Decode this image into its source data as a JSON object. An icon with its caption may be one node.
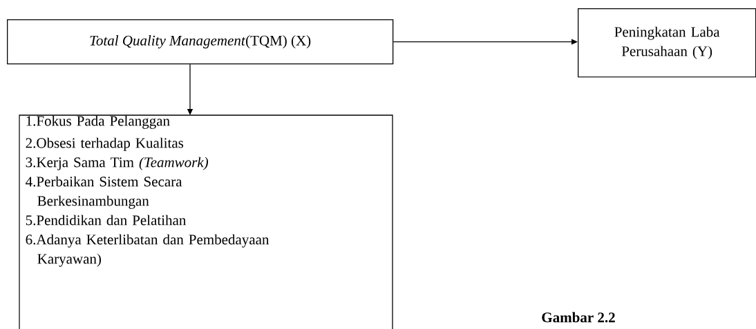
{
  "diagram": {
    "caption": "Gambar 2.2",
    "nodes": [
      {
        "text": [
          "*Total Quality Management*(TQM) (X)"
        ]
      },
      {
        "text": [
          "Peningkatan Laba Perusahaan (Y)"
        ]
      },
      {
        "text": [
          "1.Fokus Pada Pelanggan",
          "2.Obsesi terhadap Kualitas",
          "3.Kerja Sama Tim *(Teamwork)*",
          "4.Perbaikan Sistem Secara Berkesinambungan",
          "5.Pendidikan dan Pelatihan",
          "6.Adanya Keterlibatan dan Pembedayaan Karyawan)"
        ]
      }
    ],
    "edges": [
      {
        "from": 0,
        "to": 1,
        "arrow": "to"
      },
      {
        "from": 0,
        "to": 2,
        "arrow": "to"
      }
    ]
  }
}
